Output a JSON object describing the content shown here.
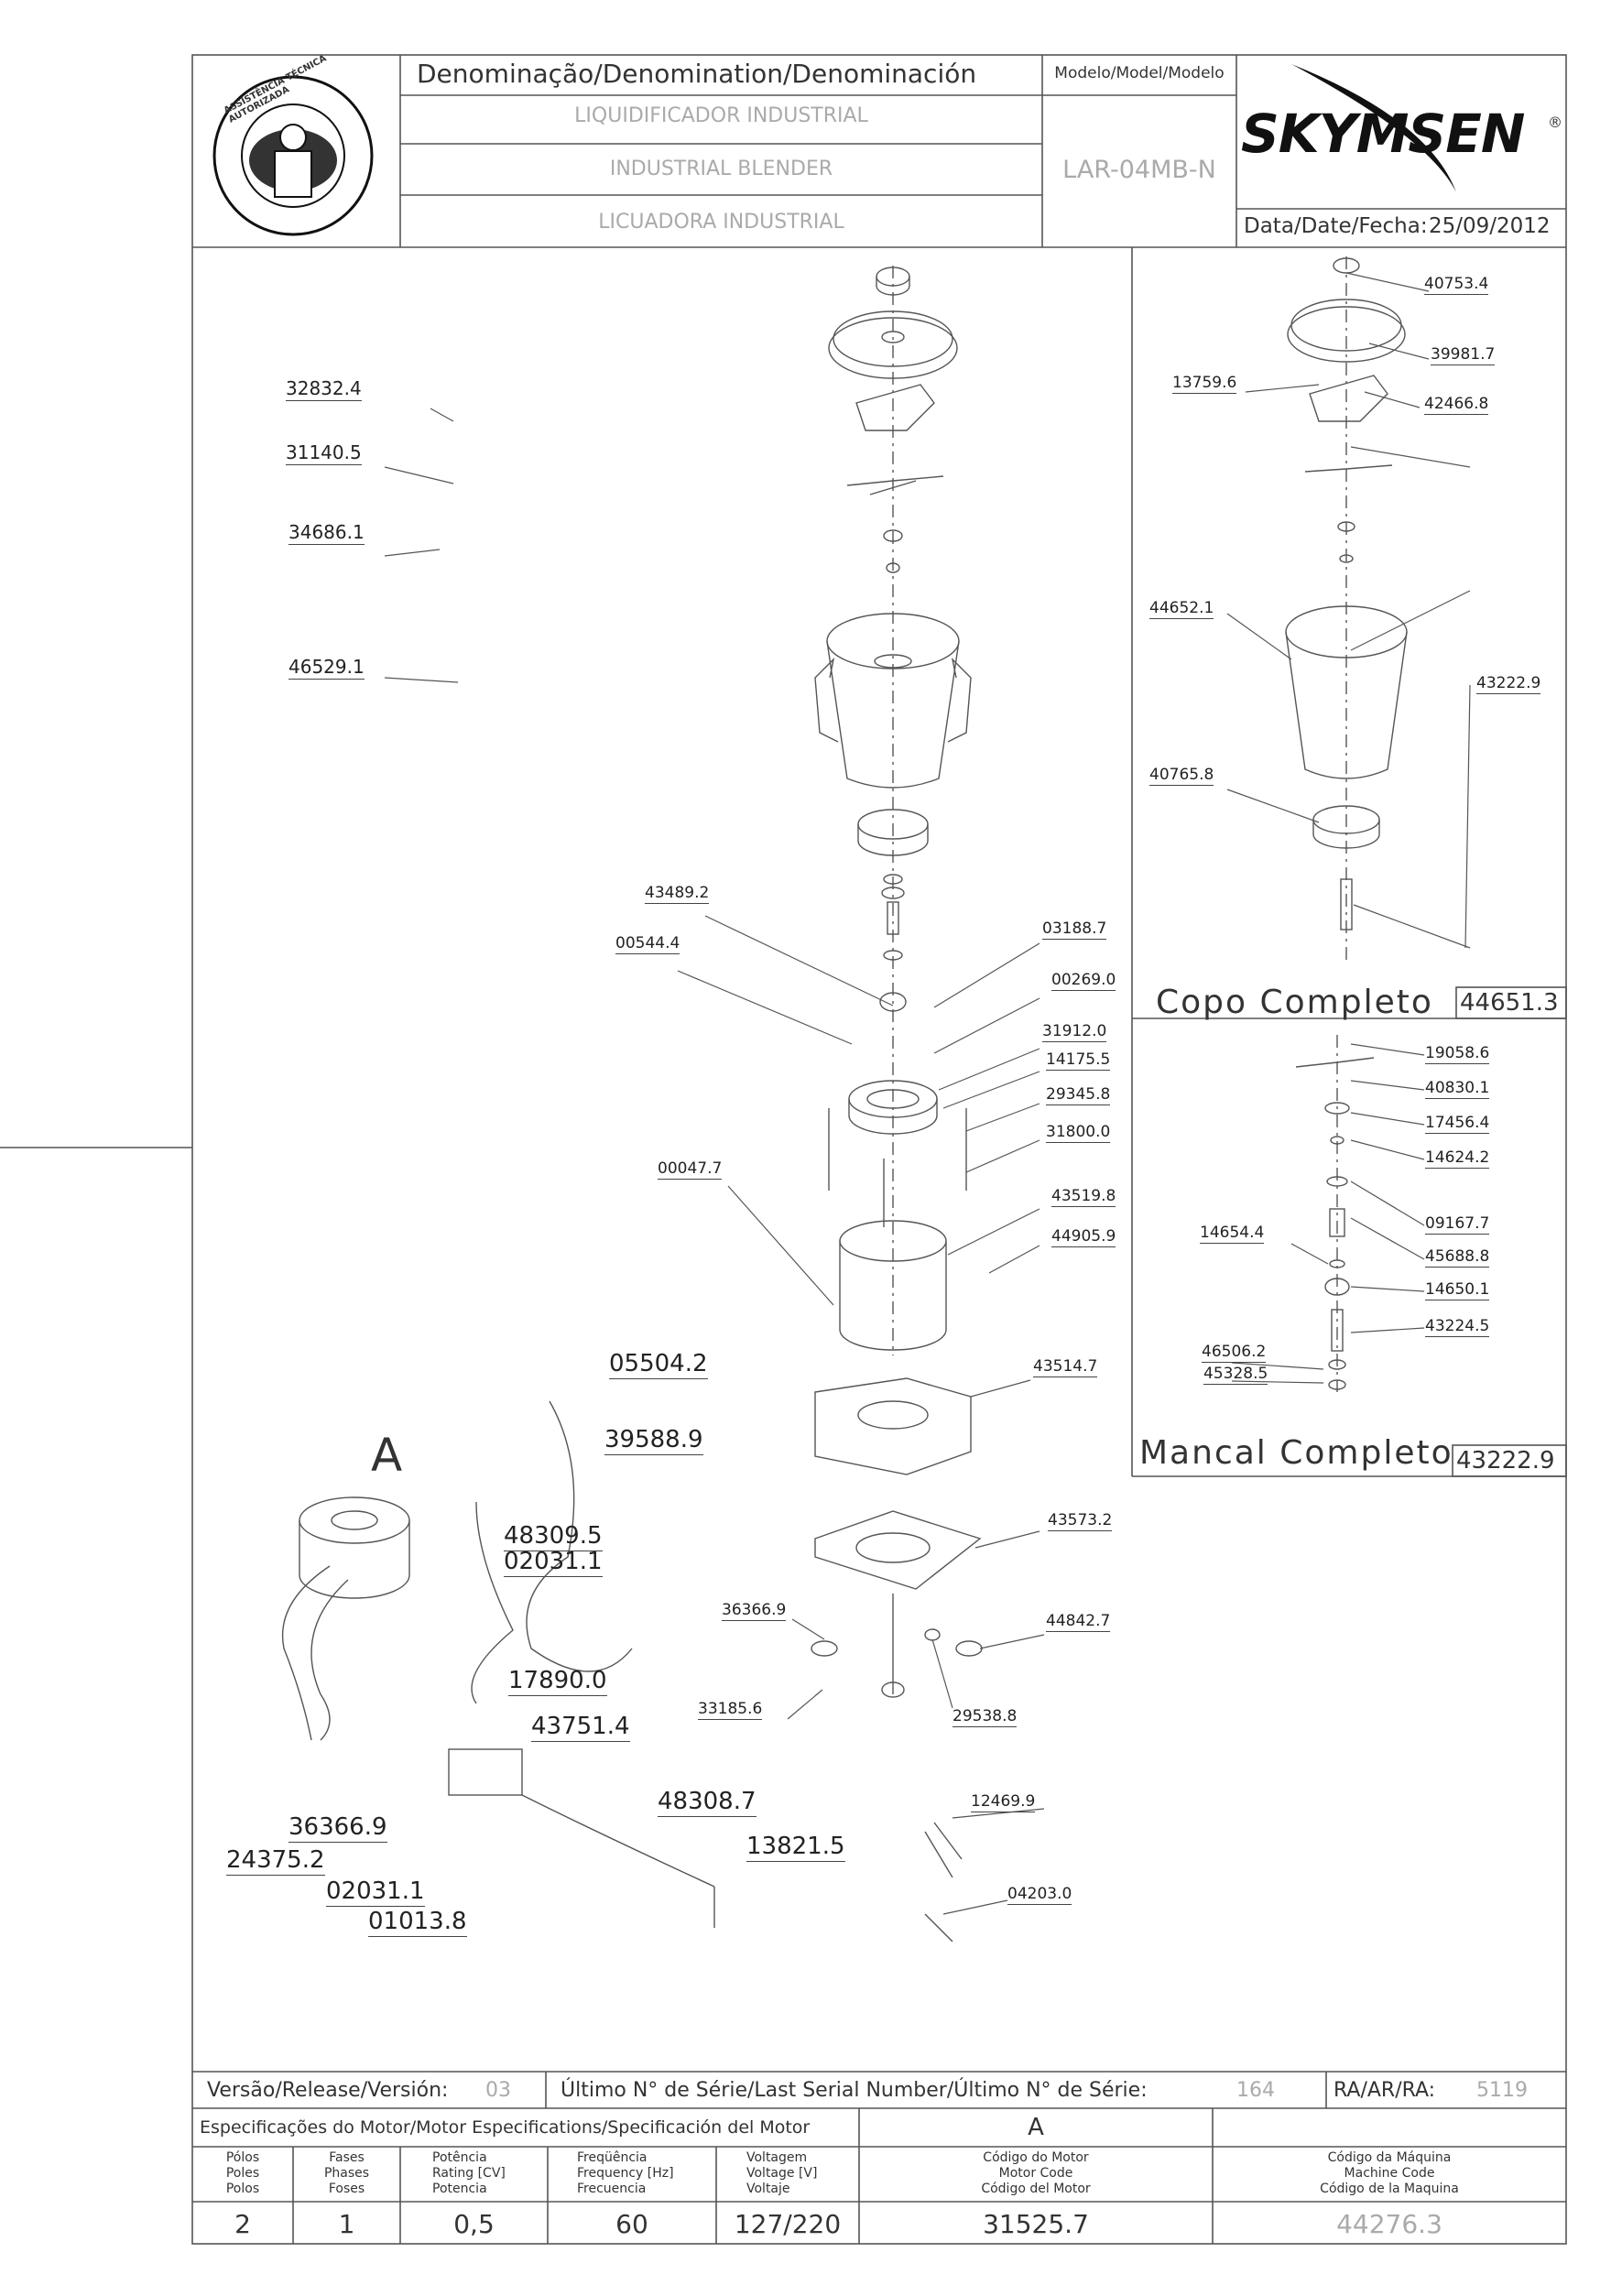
{
  "header": {
    "denomination_label": "Denominação/Denomination/Denominación",
    "denominations": [
      "LIQUIDIFICADOR INDUSTRIAL",
      "INDUSTRIAL BLENDER",
      "LICUADORA INDUSTRIAL"
    ],
    "model_label": "Modelo/Model/Modelo",
    "model_value": "LAR-04MB-N",
    "brand": "SKYMSEN",
    "brand_mark": "®",
    "date_label": "Data/Date/Fecha:",
    "date_value": "25/09/2012",
    "stamp_text": "ASSISTÊNCIA TÉCNICA AUTORIZADA"
  },
  "main_parts": [
    "32832.4",
    "31140.5",
    "34686.1",
    "46529.1",
    "43489.2",
    "00544.4",
    "03188.7",
    "00269.0",
    "31912.0",
    "14175.5",
    "29345.8",
    "31800.0",
    "00047.7",
    "43519.8",
    "44905.9",
    "05504.2",
    "39588.9",
    "43514.7",
    "48309.5",
    "02031.1",
    "17890.0",
    "43573.2",
    "36366.9",
    "44842.7",
    "33185.6",
    "29538.8",
    "43751.4",
    "48308.7",
    "13821.5",
    "36366.9",
    "24375.2",
    "02031.1",
    "01013.8",
    "12469.9",
    "04203.0"
  ],
  "motor_letter": "A",
  "copo": {
    "title": "Copo Completo",
    "code": "44651.3",
    "parts": [
      "40753.4",
      "39981.7",
      "13759.6",
      "42466.8",
      "44652.1",
      "43222.9",
      "40765.8"
    ]
  },
  "mancal": {
    "title": "Mancal Completo",
    "code": "43222.9",
    "parts": [
      "19058.6",
      "40830.1",
      "17456.4",
      "14624.2",
      "09167.7",
      "14654.4",
      "45688.8",
      "14650.1",
      "43224.5",
      "46506.2",
      "45328.5"
    ]
  },
  "footer": {
    "version_label": "Versão/Release/Versión:",
    "version_value": "03",
    "serial_label": "Último N° de Série/Last Serial Number/Último N° de Série:",
    "serial_value": "164",
    "ra_label": "RA/AR/RA:",
    "ra_value": "5119",
    "motor_spec_label": "Especificações do Motor/Motor Especifications/Specificación del Motor",
    "motor_spec_letter": "A",
    "columns": [
      [
        "Pólos",
        "Poles",
        "Polos"
      ],
      [
        "Fases",
        "Phases",
        "Foses"
      ],
      [
        "Potência",
        "Rating [CV]",
        "Potencia"
      ],
      [
        "Freqüência",
        "Frequency [Hz]",
        "Frecuencia"
      ],
      [
        "Voltagem",
        "Voltage [V]",
        "Voltaje"
      ],
      [
        "Código do Motor",
        "Motor Code",
        "Código del Motor"
      ],
      [
        "Código da Máquina",
        "Machine Code",
        "Código de la Maquina"
      ]
    ],
    "values": [
      "2",
      "1",
      "0,5",
      "60",
      "127/220",
      "31525.7",
      "44276.3"
    ]
  }
}
